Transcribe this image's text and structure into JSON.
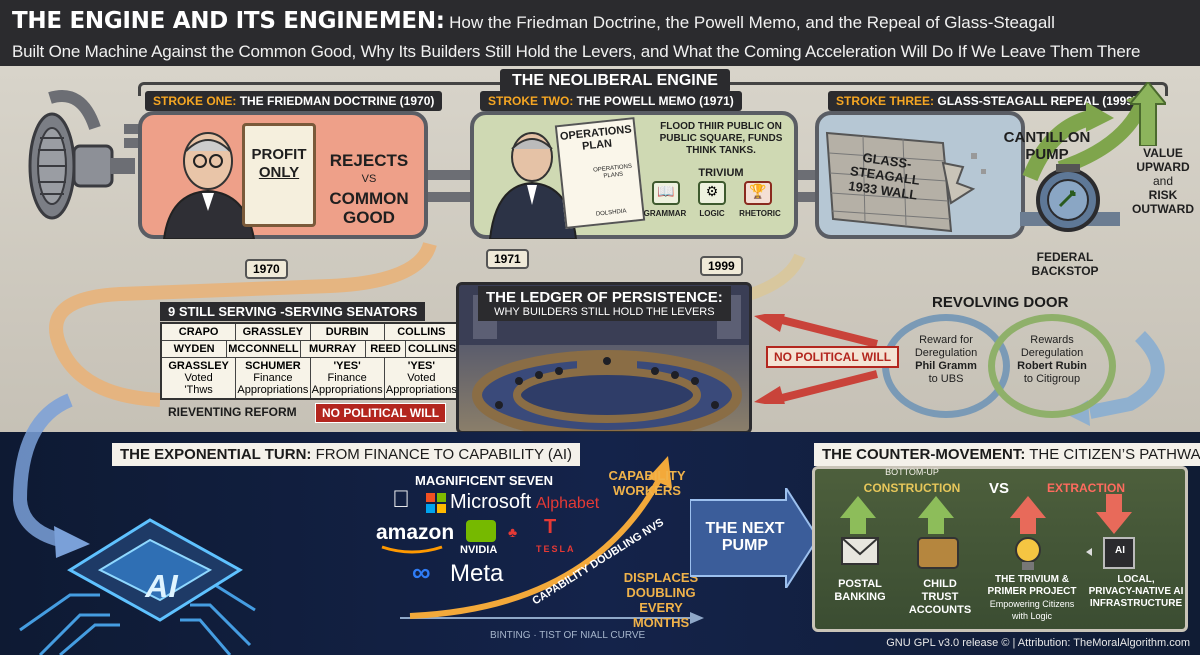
{
  "header": {
    "title_main": "THE ENGINE AND ITS ENGINEMEN:",
    "title_rest": "How the Friedman Doctrine, the Powell Memo, and the Repeal of Glass-Steagall",
    "subtitle": "Built One Machine Against the Common Good, Why Its Builders Still Hold the Levers, and What the Coming Acceleration Will Do If We Leave Them There"
  },
  "engine": {
    "label": "THE NEOLIBERAL ENGINE",
    "stroke_one": {
      "prefix": "STROKE ONE:",
      "name": "THE FRIEDMAN DOCTRINE (1970)",
      "sign_line1": "PROFIT",
      "sign_line2": "ONLY",
      "rejects": "REJECTS",
      "vs": "VS",
      "common": "COMMON",
      "good": "GOOD"
    },
    "stroke_two": {
      "prefix": "STROKE TWO:",
      "name": "THE POWELL MEMO (1971)",
      "doc_title1": "OPERATIONS",
      "doc_title2": "PLAN",
      "doc_small1": "OPERATIONS",
      "doc_small2": "PLANS",
      "doc_small3": "DOLSHDIA",
      "flood": "FLOOD THIIR PUBLIC ON PUBLIC SQUARE, FUNDS THINK TANKS.",
      "trivium": "TRIVIUM",
      "grammar": "GRAMMAR",
      "logic": "LOGIC",
      "rhetoric": "RHETORIC"
    },
    "stroke_three": {
      "prefix": "STROKE THREE:",
      "name": "GLASS-STEAGALL REPEAL (1999)",
      "wall_line1": "GLASS-",
      "wall_line2": "STEAGALL",
      "wall_line3": "1933 WALL",
      "pump_line1": "CANTILLON",
      "pump_line2": "PUMP",
      "value_upward": "VALUE UPWARD",
      "and": "and",
      "risk_outward": "RISK OUTWARD",
      "federal": "FEDERAL",
      "backstop": "BACKSTOP"
    },
    "years": [
      "1970",
      "1971",
      "1999"
    ]
  },
  "senators": {
    "title": "9 STILL SERVING -SERVING SENATORS",
    "row1": [
      "CRAPO",
      "GRASSLEY",
      "DURBIN",
      "COLLINS"
    ],
    "row2": [
      "WYDEN",
      "MCCONNELL",
      "MURRAY",
      "REED",
      "COLLINS"
    ],
    "row3": [
      {
        "name": "GRASSLEY",
        "line1": "Voted",
        "line2": "'Thws"
      },
      {
        "name": "SCHUMER",
        "line1": "Finance",
        "line2": "Appropriations"
      },
      {
        "name": "'YES'",
        "line1": "Finance",
        "line2": "Appropriations"
      },
      {
        "name": "'YES'",
        "line1": "Voted",
        "line2": "Appropriations"
      }
    ],
    "reform": "RIEVENTING REFORM",
    "no_will": "NO POLITICAL WILL"
  },
  "ledger": {
    "title": "THE LEDGER OF PERSISTENCE:",
    "subtitle": "WHY BUILDERS STILL HOLD THE LEVERS"
  },
  "revolving": {
    "title": "REVOLVING DOOR",
    "no_will": "NO POLITICAL WILL",
    "left_l1": "Reward for",
    "left_l2": "Deregulation",
    "left_name": "Phil Gramm",
    "left_l3": "to UBS",
    "right_l1": "Rewards",
    "right_l2": "Deregulation",
    "right_name": "Robert Rubin",
    "right_l3": "to Citigroup"
  },
  "exponential": {
    "label_bold": "THE EXPONENTIAL TURN:",
    "label_rest": "FROM FINANCE TO CAPABILITY (AI)",
    "chip": "AI",
    "mag_seven": "MAGNIFICENT SEVEN",
    "logos": {
      "apple": "",
      "microsoft": "Microsoft",
      "alphabet": "Alphabet",
      "amazon": "amazon",
      "nvidia": "NVIDIA",
      "tesla": "TESLA",
      "meta": "Meta"
    },
    "capability_workers_1": "CAPABILITY",
    "capability_workers_2": "WORKERS",
    "doubling_curve": "CAPABILITY DOUBLING NVS",
    "displaces_1": "DISPLACES",
    "displaces_2": "DOUBLING",
    "displaces_3": "EVERY MONTHS",
    "axis_caption": "BINTING · TIST OF NIALL CURVE",
    "next_pump_1": "THE NEXT",
    "next_pump_2": "PUMP"
  },
  "counter": {
    "label_bold": "THE COUNTER-MOVEMENT:",
    "label_rest": "THE CITIZEN’S PATHWAY",
    "bottom_up": "BOTTOM-UP",
    "construction": "CONSTRUCTION",
    "vs": "VS",
    "extraction": "EXTRACTION",
    "items": [
      {
        "l1": "POSTAL",
        "l2": "BANKING",
        "l3": ""
      },
      {
        "l1": "CHILD",
        "l2": "TRUST",
        "l3": "ACCOUNTS"
      },
      {
        "l1": "THE TRIVIUM &",
        "l2": "PRIMER PROJECT",
        "l3": "Empowering Citizens with Logic"
      },
      {
        "l1": "LOCAL,",
        "l2": "PRIVACY-NATIVE AI",
        "l3": "INFRASTRUCTURE"
      }
    ]
  },
  "footer": "GNU GPL v3.0 release © | Attribution: TheMoralAlgorithm.com",
  "colors": {
    "dark": "#2b2b2e",
    "orange": "#f5a623",
    "red": "#b3261e",
    "green": "#6e9a4a",
    "navy": "#14234a",
    "salmon": "#eea089",
    "sage": "#cfd9b3",
    "steel": "#b6c7d4"
  }
}
